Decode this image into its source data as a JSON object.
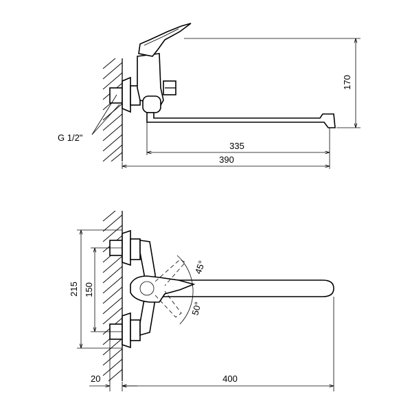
{
  "side_view": {
    "thread_label": "G 1/2\"",
    "height_dim": "170",
    "spout_dim": "335",
    "total_length_dim": "390"
  },
  "top_view": {
    "height_dim": "215",
    "inlet_spacing_dim": "150",
    "wall_offset_dim": "20",
    "spout_reach_dim": "400",
    "angle_up": "45°",
    "angle_down": "50°"
  }
}
